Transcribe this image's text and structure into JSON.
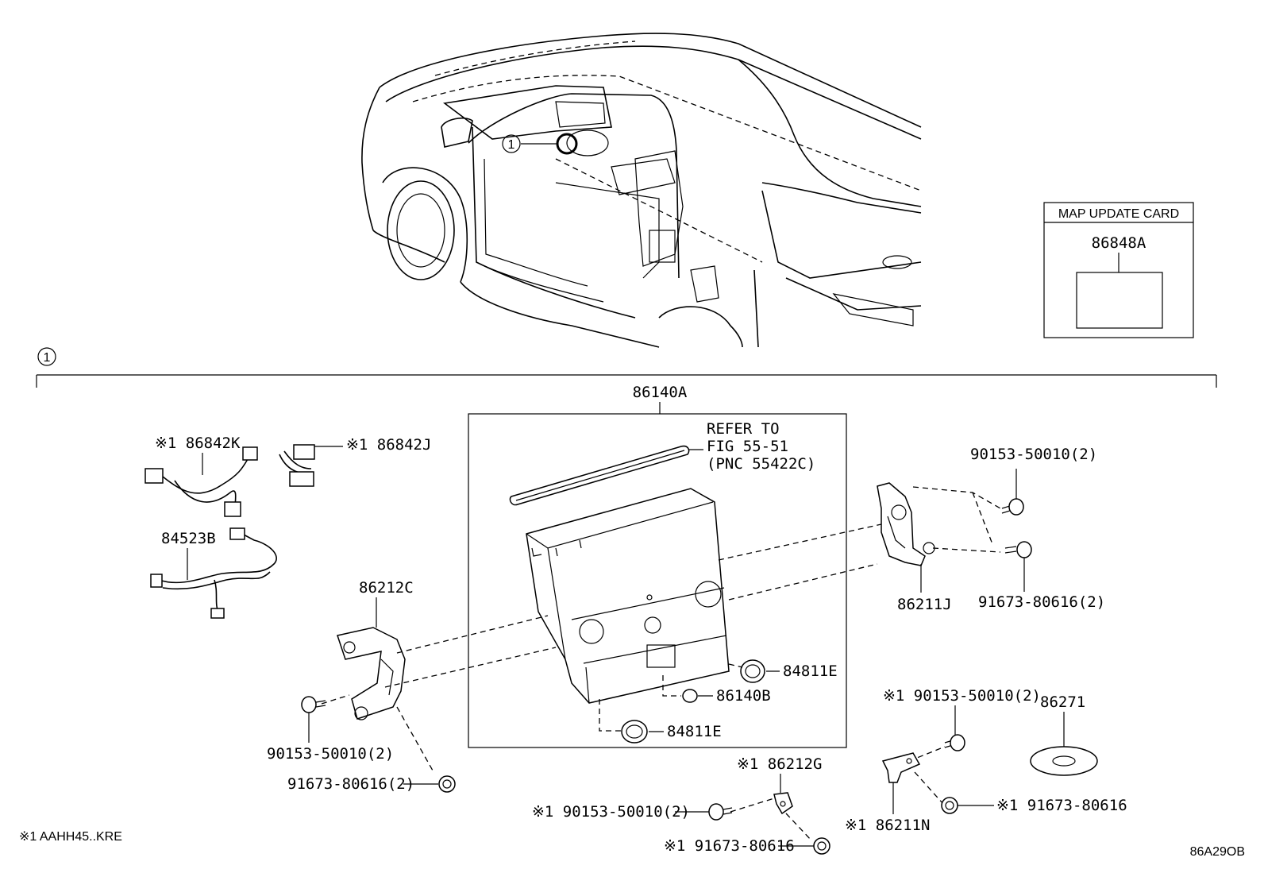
{
  "callout_marker": "1",
  "map_update": {
    "title": "MAP UPDATE CARD",
    "part": "86848A"
  },
  "assembly": "86140A",
  "refer": {
    "line1": "REFER TO",
    "line2": "FIG 55-51",
    "line3": "(PNC 55422C)"
  },
  "parts": {
    "harness_k": "※1 86842K",
    "harness_j": "※1 86842J",
    "harness_b": "84523B",
    "bracket_left": "86212C",
    "bolt_left_1": "90153-50010(2)",
    "screw_left": "91673-80616(2)",
    "knob_1": "84811E",
    "knob_small": "86140B",
    "knob_2": "84811E",
    "bolt_right_1": "90153-50010(2)",
    "bracket_right": "86211J",
    "screw_right": "91673-80616(2)",
    "bolt_right_2": "※1 90153-50010(2)",
    "disc": "86271",
    "bracket_g": "※1 86212G",
    "bolt_g": "※1 90153-50010(2)",
    "screw_g": "※1 91673-80616",
    "bracket_n": "※1 86211N",
    "screw_n": "※1 91673-80616"
  },
  "footnote": "※1 AAHH45..KRE",
  "figure_code": "86A29OB"
}
